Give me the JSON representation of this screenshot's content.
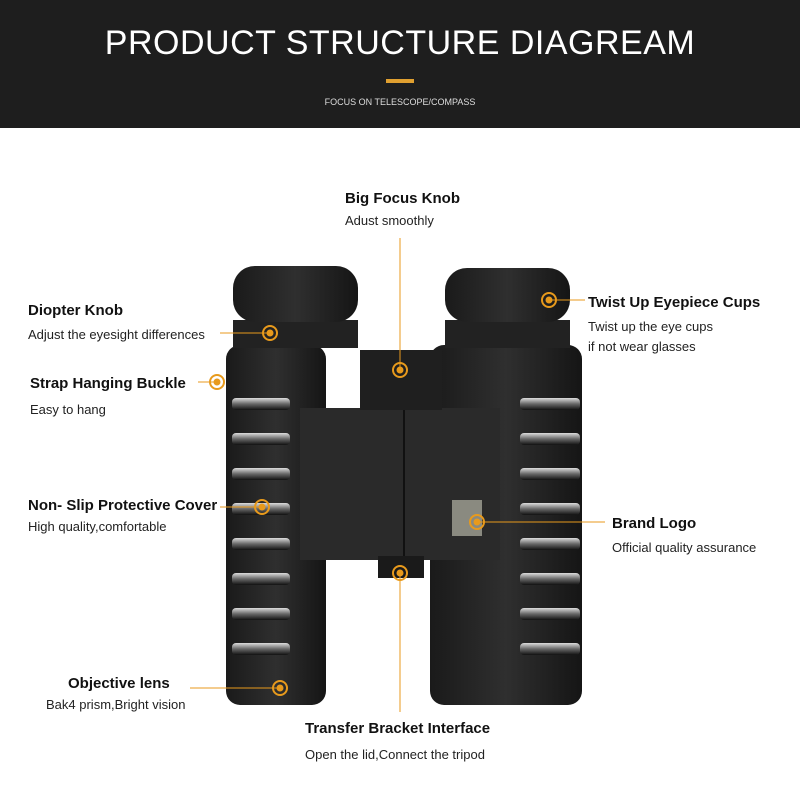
{
  "header": {
    "title": "PRODUCT STRUCTURE DIAGREAM",
    "subtitle": "FOCUS ON TELESCOPE/COMPASS"
  },
  "accent_color": "#e89a1c",
  "callouts": [
    {
      "title": "Big Focus Knob",
      "desc": [
        "Adust smoothly"
      ]
    },
    {
      "title": "Diopter Knob",
      "desc": [
        "Adjust the eyesight differences"
      ]
    },
    {
      "title": "Twist Up Eyepiece Cups",
      "desc": [
        "Twist up the eye cups",
        "if not wear glasses"
      ]
    },
    {
      "title": "Strap Hanging Buckle",
      "desc": [
        "Easy to hang"
      ]
    },
    {
      "title": "Non- Slip Protective Cover",
      "desc": [
        "High quality,comfortable"
      ]
    },
    {
      "title": "Brand  Logo",
      "desc": [
        "Official quality assurance"
      ]
    },
    {
      "title": "Objective lens",
      "desc": [
        "Bak4 prism,Bright vision"
      ]
    },
    {
      "title": "Transfer Bracket Interface",
      "desc": [
        "Open the lid,Connect the tripod"
      ]
    }
  ]
}
